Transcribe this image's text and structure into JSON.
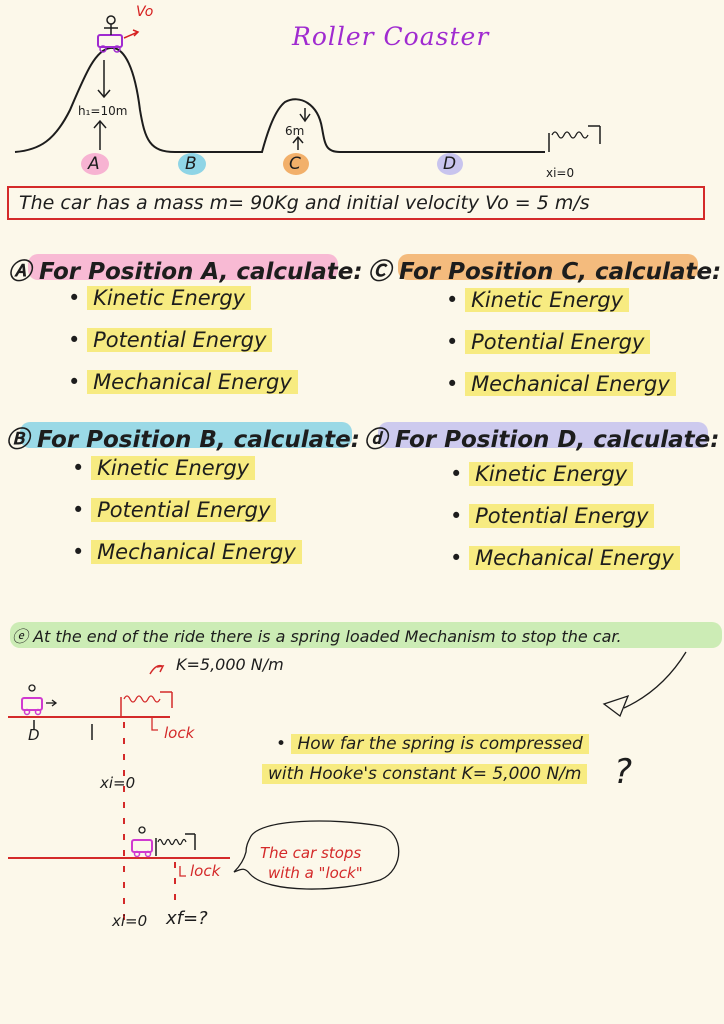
{
  "title": "Roller Coaster",
  "v0_label": "Vo",
  "diagram": {
    "h1_label": "h₁=10m",
    "hc_label": "6m",
    "points": [
      "A",
      "B",
      "C",
      "D"
    ],
    "xi_label": "xi=0"
  },
  "given": "The car has a mass m= 90Kg and initial velocity Vo = 5 m/s",
  "colors": {
    "A": "#f7b3d2",
    "B": "#8fd5e6",
    "C": "#f2b06a",
    "D": "#c8c4ee",
    "E": "#bfe8a8",
    "highlight": "#f6e96e",
    "red": "#d42a2a",
    "purple": "#a02bd0"
  },
  "sections": [
    {
      "marker": "Ⓐ",
      "heading": "For Position A, calculate:",
      "items": [
        "Kinetic Energy",
        "Potential Energy",
        "Mechanical Energy"
      ]
    },
    {
      "marker": "Ⓒ",
      "heading": "For Position C, calculate:",
      "items": [
        "Kinetic Energy",
        "Potential Energy",
        "Mechanical Energy"
      ]
    },
    {
      "marker": "Ⓑ",
      "heading": "For Position B, calculate:",
      "items": [
        "Kinetic Energy",
        "Potential Energy",
        "Mechanical Energy"
      ]
    },
    {
      "marker": "ⓓ",
      "heading": "For Position D, calculate:",
      "items": [
        "Kinetic Energy",
        "Potential Energy",
        "Mechanical Energy"
      ]
    }
  ],
  "part_e": {
    "marker": "ⓔ",
    "text": "At the end of the ride there is a spring loaded Mechanism to stop the car.",
    "k_label": "K=5,000 N/m",
    "d_label": "D",
    "lock_label_1": "lock",
    "lock_label_2": "lock",
    "xi_label_1": "xi=0",
    "xi_label_2": "xi=0",
    "xf_label": "xf=?",
    "question_line1": "How far the spring is compressed",
    "question_line2": "with Hooke's constant K= 5,000 N/m",
    "question_mark": "?",
    "bubble_line1": "The car stops",
    "bubble_line2": "with a \"lock\""
  }
}
